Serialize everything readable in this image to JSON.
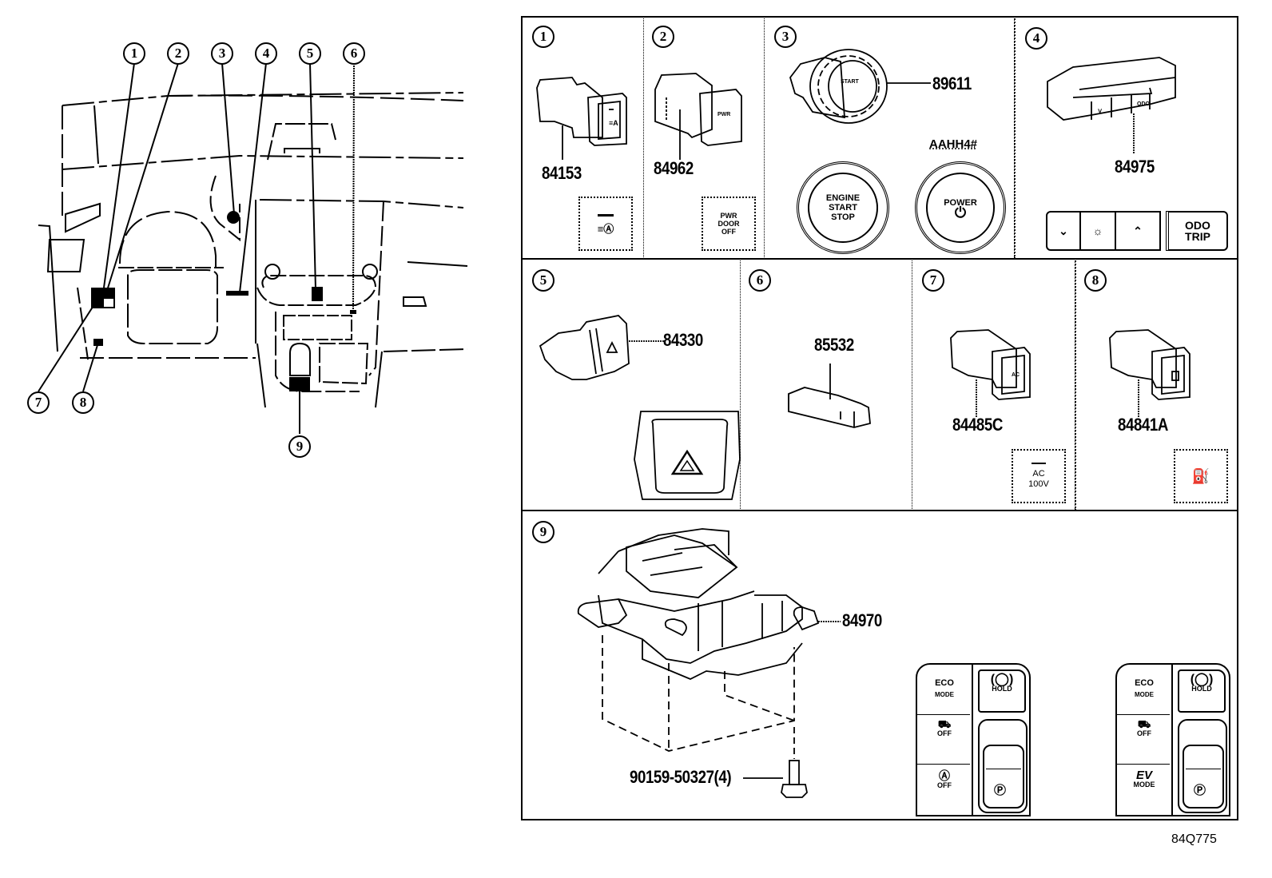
{
  "figure_code": "84Q775",
  "overview": {
    "callouts": [
      "1",
      "2",
      "3",
      "4",
      "5",
      "6",
      "7",
      "8",
      "9"
    ]
  },
  "panels": [
    {
      "id": "1",
      "part_numbers": [
        "84153"
      ],
      "icon_box": {
        "icon": "auto-headlight-leveling-icon",
        "lines": []
      }
    },
    {
      "id": "2",
      "part_numbers": [
        "84962"
      ],
      "icon_box": {
        "icon": "",
        "lines": [
          "PWR",
          "DOOR",
          "OFF"
        ]
      }
    },
    {
      "id": "3",
      "part_numbers": [
        "89611"
      ],
      "variant_code": "AAHH4#",
      "buttons": [
        {
          "lines": [
            "ENGINE",
            "START",
            "STOP"
          ]
        },
        {
          "lines": [
            "POWER"
          ],
          "icon": "power-icon"
        }
      ]
    },
    {
      "id": "4",
      "part_numbers": [
        "84975"
      ],
      "segments": [
        {
          "icon": "chevron-down-icon"
        },
        {
          "icon": "dashboard-light-icon"
        },
        {
          "icon": "chevron-up-icon"
        },
        {
          "lines": [
            "ODO",
            "TRIP"
          ]
        }
      ]
    },
    {
      "id": "5",
      "part_numbers": [
        "84330"
      ],
      "icon_box": {
        "icon": "hazard-triangle-icon"
      }
    },
    {
      "id": "6",
      "part_numbers": [
        "85532"
      ]
    },
    {
      "id": "7",
      "part_numbers": [
        "84485C"
      ],
      "icon_box": {
        "lines": [
          "AC",
          "100V"
        ]
      }
    },
    {
      "id": "8",
      "part_numbers": [
        "84841A"
      ],
      "icon_box": {
        "icon": "fuel-door-icon"
      }
    },
    {
      "id": "9",
      "part_numbers": [
        "84970",
        "90159-50327(4)"
      ],
      "switch_panels": [
        {
          "left": [
            {
              "lines": [
                "ECO",
                "MODE"
              ]
            },
            {
              "icon": "traction-off-icon",
              "lines": [
                "OFF"
              ]
            },
            {
              "icon": "auto-hold-a-icon",
              "lines": [
                "OFF"
              ]
            }
          ],
          "right": [
            {
              "icon": "brake-hold-icon",
              "lines": [
                "HOLD"
              ]
            },
            {
              "icon": "parking-p-icon"
            }
          ]
        },
        {
          "left": [
            {
              "lines": [
                "ECO",
                "MODE"
              ]
            },
            {
              "icon": "traction-off-icon",
              "lines": [
                "OFF"
              ]
            },
            {
              "icon": "ev-icon",
              "lines": [
                "EV",
                "MODE"
              ]
            }
          ],
          "right": [
            {
              "icon": "brake-hold-icon",
              "lines": [
                "HOLD"
              ]
            },
            {
              "icon": "parking-p-icon"
            }
          ]
        }
      ]
    }
  ]
}
